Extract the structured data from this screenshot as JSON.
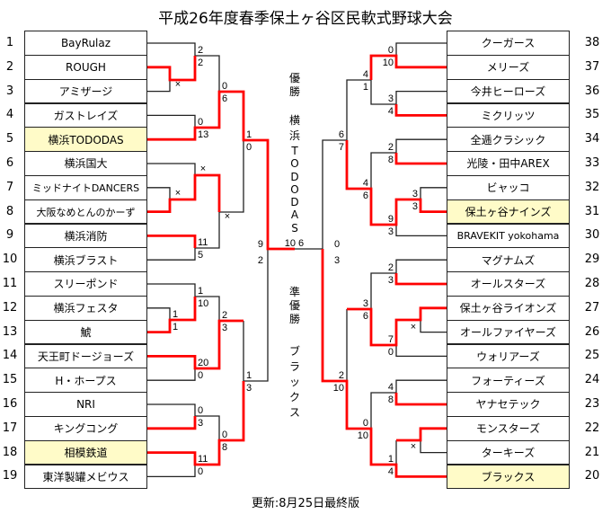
{
  "title": "平成26年度春季保土ヶ谷区民軟式野球大会",
  "footer": "更新:8月25日最終版",
  "champion": {
    "label": "優勝",
    "team": [
      "横",
      "浜",
      "T",
      "O",
      "D",
      "O",
      "D",
      "A",
      "S"
    ]
  },
  "runner_up": {
    "label": "準優勝",
    "team": [
      "ブ",
      "ラ",
      "ッ",
      "ク",
      "ス"
    ]
  },
  "colors": {
    "winner_line": "#ff0000",
    "highlight": "#fffbc8"
  },
  "left_teams": [
    {
      "no": "1",
      "name": "BayRulaz",
      "hl": false
    },
    {
      "no": "2",
      "name": "ROUGH",
      "hl": false
    },
    {
      "no": "3",
      "name": "アミザージ",
      "hl": false
    },
    {
      "no": "4",
      "name": "ガストレイズ",
      "hl": false
    },
    {
      "no": "5",
      "name": "横浜TODODAS",
      "hl": true
    },
    {
      "no": "6",
      "name": "横浜国大",
      "hl": false
    },
    {
      "no": "7",
      "name": "ミッドナイトDANCERS",
      "hl": false
    },
    {
      "no": "8",
      "name": "大阪なめとんのかーず",
      "hl": false
    },
    {
      "no": "9",
      "name": "横浜消防",
      "hl": false
    },
    {
      "no": "10",
      "name": "横浜ブラスト",
      "hl": false
    },
    {
      "no": "11",
      "name": "スリーポンド",
      "hl": false
    },
    {
      "no": "12",
      "name": "横浜フェスタ",
      "hl": false
    },
    {
      "no": "13",
      "name": "鯱",
      "hl": false
    },
    {
      "no": "14",
      "name": "天王町ドージョーズ",
      "hl": false
    },
    {
      "no": "15",
      "name": "H・ホープス",
      "hl": false
    },
    {
      "no": "16",
      "name": "NRI",
      "hl": false
    },
    {
      "no": "17",
      "name": "キングコング",
      "hl": false
    },
    {
      "no": "18",
      "name": "相模鉄道",
      "hl": true
    },
    {
      "no": "19",
      "name": "東洋製罐メビウス",
      "hl": false
    }
  ],
  "right_teams": [
    {
      "no": "38",
      "name": "クーガース",
      "hl": false
    },
    {
      "no": "37",
      "name": "メリーズ",
      "hl": false
    },
    {
      "no": "36",
      "name": "今井ヒーローズ",
      "hl": false
    },
    {
      "no": "35",
      "name": "ミクリッツ",
      "hl": false
    },
    {
      "no": "34",
      "name": "全逓クラシック",
      "hl": false
    },
    {
      "no": "33",
      "name": "光陵・田中AREX",
      "hl": false
    },
    {
      "no": "32",
      "name": "ビャッコ",
      "hl": false
    },
    {
      "no": "31",
      "name": "保土ヶ谷ナインズ",
      "hl": true
    },
    {
      "no": "30",
      "name": "BRAVEKIT yokohama",
      "hl": false
    },
    {
      "no": "29",
      "name": "マグナムズ",
      "hl": false
    },
    {
      "no": "28",
      "name": "オールスターズ",
      "hl": false
    },
    {
      "no": "27",
      "name": "保土ヶ谷ライオンズ",
      "hl": false
    },
    {
      "no": "26",
      "name": "オールファイヤーズ",
      "hl": false
    },
    {
      "no": "25",
      "name": "ウォリアーズ",
      "hl": false
    },
    {
      "no": "24",
      "name": "フォーティーズ",
      "hl": false
    },
    {
      "no": "23",
      "name": "ヤナセテック",
      "hl": false
    },
    {
      "no": "22",
      "name": "モンスターズ",
      "hl": false
    },
    {
      "no": "21",
      "name": "ターキーズ",
      "hl": false
    },
    {
      "no": "20",
      "name": "ブラックス",
      "hl": true
    }
  ],
  "matches": [
    {
      "id": "L1",
      "forfeit": "×"
    },
    {
      "id": "L2",
      "scores": [
        "2",
        "2"
      ]
    },
    {
      "id": "L3",
      "scores": [
        "0",
        "13"
      ]
    },
    {
      "id": "L4",
      "scores": [
        "0",
        "6"
      ]
    },
    {
      "id": "L5",
      "forfeit": "×"
    },
    {
      "id": "L6",
      "forfeit": "×"
    },
    {
      "id": "L7",
      "scores": [
        "11",
        "5"
      ]
    },
    {
      "id": "L8",
      "forfeit": "×"
    },
    {
      "id": "L9",
      "scores": [
        "1",
        "0"
      ]
    },
    {
      "id": "L10",
      "scores": [
        "9",
        "2"
      ]
    },
    {
      "id": "L11",
      "scores": [
        "1",
        "1"
      ]
    },
    {
      "id": "L12",
      "scores": [
        "1",
        "10"
      ]
    },
    {
      "id": "L13",
      "scores": [
        "20",
        "0"
      ]
    },
    {
      "id": "L14",
      "scores": [
        "2",
        "3"
      ]
    },
    {
      "id": "L15",
      "scores": [
        "0",
        "3"
      ]
    },
    {
      "id": "L16",
      "scores": [
        "11",
        "0"
      ]
    },
    {
      "id": "L17",
      "scores": [
        "0",
        "8"
      ]
    },
    {
      "id": "L18",
      "scores": [
        "1",
        "3"
      ]
    },
    {
      "id": "F",
      "scores": [
        "10",
        "6"
      ]
    },
    {
      "id": "R1",
      "scores": [
        "0",
        "10"
      ]
    },
    {
      "id": "R2",
      "scores": [
        "3",
        "4"
      ]
    },
    {
      "id": "R3",
      "scores": [
        "4",
        "1"
      ]
    },
    {
      "id": "R4",
      "scores": [
        "2",
        "8"
      ]
    },
    {
      "id": "R5",
      "scores": [
        "3",
        "3"
      ]
    },
    {
      "id": "R6",
      "scores": [
        "9",
        "3"
      ]
    },
    {
      "id": "R7",
      "scores": [
        "4",
        "6"
      ]
    },
    {
      "id": "R8",
      "scores": [
        "6",
        "7"
      ]
    },
    {
      "id": "R9",
      "scores": [
        "0",
        "3"
      ]
    },
    {
      "id": "R10",
      "scores": [
        "2",
        "3"
      ]
    },
    {
      "id": "R11",
      "forfeit": "×"
    },
    {
      "id": "R12",
      "scores": [
        "7",
        "0"
      ]
    },
    {
      "id": "R13",
      "scores": [
        "3",
        "6"
      ]
    },
    {
      "id": "R14",
      "scores": [
        "4",
        "8"
      ]
    },
    {
      "id": "R15",
      "forfeit": "×"
    },
    {
      "id": "R16",
      "scores": [
        "1",
        "4"
      ]
    },
    {
      "id": "R17",
      "scores": [
        "0",
        "10"
      ]
    },
    {
      "id": "R18",
      "scores": [
        "2",
        "10"
      ]
    }
  ]
}
